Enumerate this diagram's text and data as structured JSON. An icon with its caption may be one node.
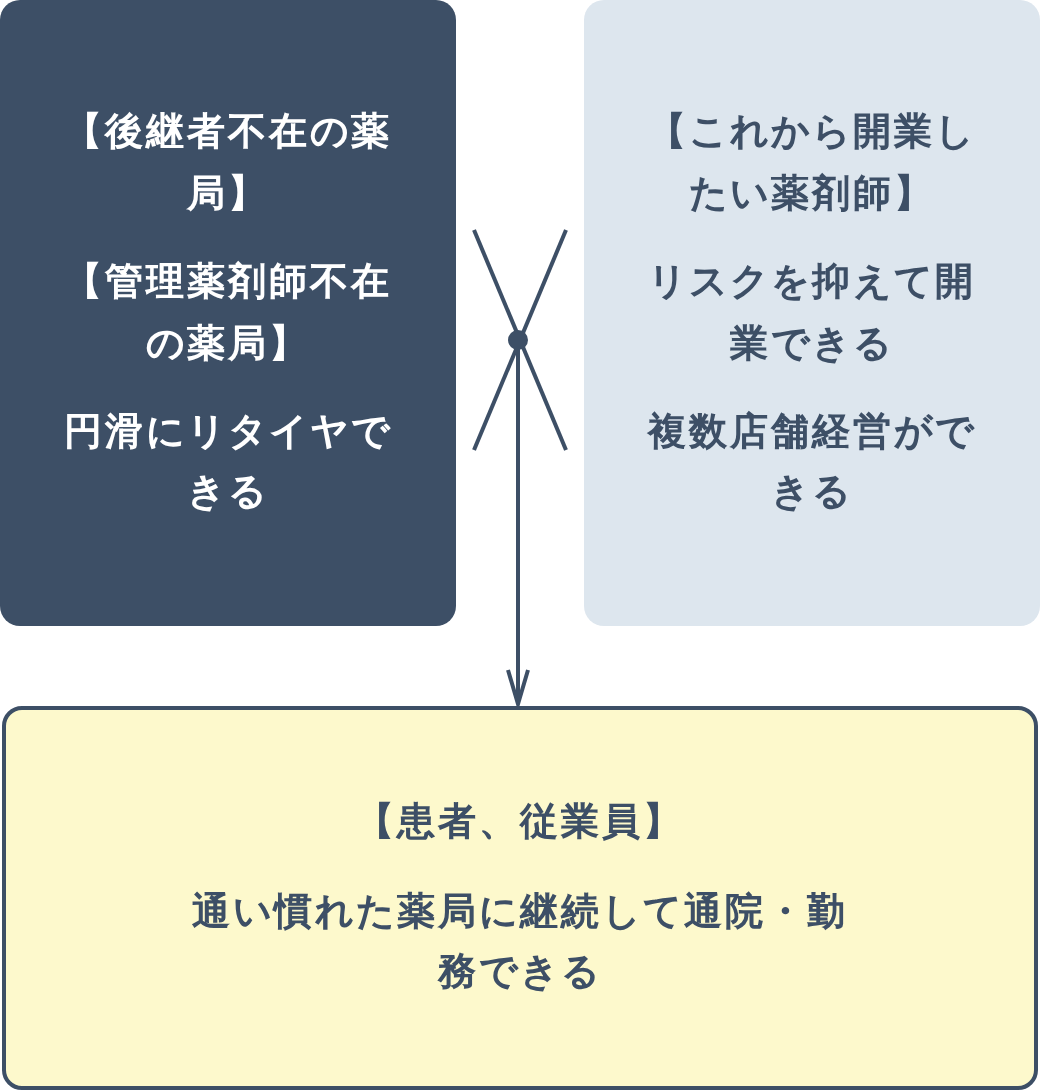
{
  "diagram": {
    "nodes": [
      {
        "text": [
          "【後継者不在の薬局】",
          "【管理薬剤師不在の薬局】",
          "円滑にリタイヤできる"
        ]
      },
      {
        "text": [
          "【これから開業したい薬剤師】",
          "リスクを抑えて開業できる",
          "複数店舗経営ができる"
        ]
      },
      {
        "text": [
          "【患者、従業員】",
          "通い慣れた薬局に継続して通院・勤務できる"
        ]
      },
      {
        "text": [],
        "shape": "circle"
      }
    ],
    "edges": [
      {
        "from": 3,
        "to": 2,
        "arrow": "to"
      }
    ]
  }
}
